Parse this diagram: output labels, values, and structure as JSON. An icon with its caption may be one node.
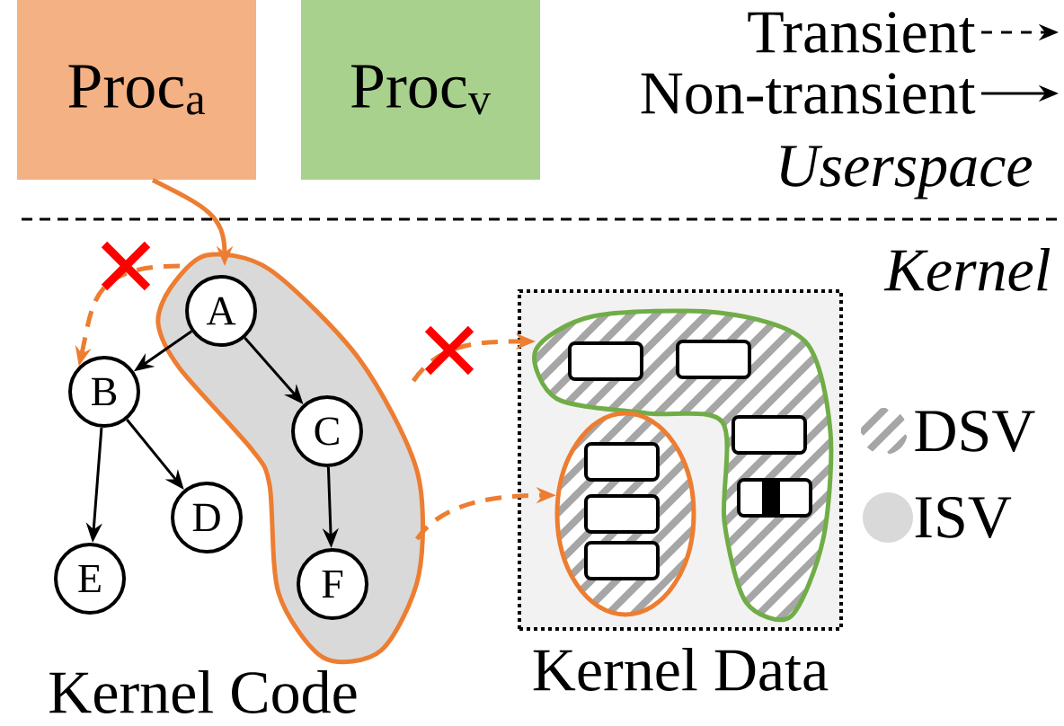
{
  "diagram": {
    "nodes": [
      {
        "text": [
          "Proc$_{a}$"
        ]
      },
      {
        "text": [
          "Proc$_{v}$"
        ]
      },
      {
        "text": [],
        "shape": "ellipse"
      },
      {
        "text": [
          "A"
        ],
        "in": 2
      },
      {
        "text": [
          "B"
        ]
      },
      {
        "text": [
          "C"
        ],
        "in": 2
      },
      {
        "text": [
          "D"
        ]
      },
      {
        "text": [
          "E"
        ]
      },
      {
        "text": [
          "F"
        ],
        "in": 2
      },
      {
        "text": [
          "Kernel Data"
        ]
      },
      {
        "text": [],
        "shape": "ellipse",
        "in": 9
      },
      {
        "text": [],
        "shape": "ellipse",
        "in": 9
      },
      {
        "text": [],
        "shape": "box",
        "in": 10
      },
      {
        "text": [],
        "shape": "box",
        "in": 10
      },
      {
        "text": [],
        "shape": "box",
        "in": 10
      },
      {
        "text": [],
        "shape": "box",
        "in": 10
      },
      {
        "text": [],
        "shape": "box",
        "in": 11
      },
      {
        "text": [],
        "shape": "box",
        "in": 11
      },
      {
        "text": [],
        "shape": "box",
        "in": 11
      }
    ],
    "edges": [
      {
        "from": 0,
        "to": 2,
        "arrow": "to",
        "color": "#ed7d31"
      },
      {
        "from": 3,
        "to": 4,
        "arrow": "to"
      },
      {
        "from": 3,
        "to": 5,
        "arrow": "to"
      },
      {
        "from": 4,
        "to": 6,
        "arrow": "to"
      },
      {
        "from": 4,
        "to": 7,
        "arrow": "to"
      },
      {
        "from": 5,
        "to": 8,
        "arrow": "to"
      },
      {
        "from": 2,
        "to": 4,
        "arrow": "to",
        "style": "dashed",
        "color": "#ed7d31"
      },
      {
        "from": 2,
        "to": 10,
        "arrow": "to",
        "style": "dashed",
        "color": "#ed7d31"
      },
      {
        "from": 2,
        "to": 11,
        "arrow": "to",
        "style": "dashed",
        "color": "#ed7d31"
      }
    ],
    "labels": [
      "Userspace",
      "Kernel",
      "Kernel Code"
    ],
    "legend": [
      {
        "text": "Transient"
      },
      {
        "text": "Non-transient"
      },
      {
        "text": "DSV"
      },
      {
        "text": "ISV",
        "color": "#d9d9d9"
      }
    ]
  }
}
